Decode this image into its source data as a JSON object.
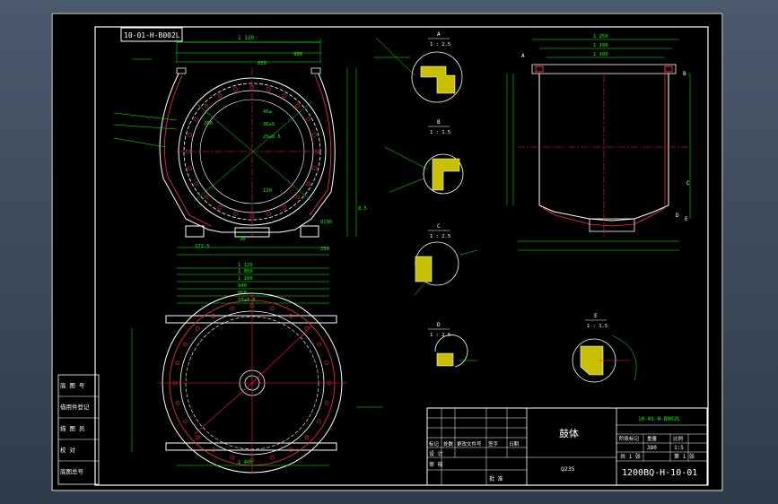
{
  "drawing": {
    "code_box": "10-01-H-B002L",
    "drawing_number": "1200BQ-H-10-01",
    "part_name": "鼓体",
    "scale_note": "1:5",
    "colors": {
      "background": "#000000",
      "frame": "#ffffff",
      "dimension": "#00ff00",
      "centerline": "#ff2020",
      "hidden": "#ff3030",
      "section_hatch": "#ffff00",
      "leader": "#ffffff"
    }
  },
  "views": {
    "front": {
      "top_dim": "1 120",
      "dims": [
        "900",
        "630",
        "200",
        "45±",
        "36±5",
        "25±0.5",
        "120",
        "30",
        "Q195",
        "172.5",
        "250",
        "8.5"
      ]
    },
    "top": {
      "dims": [
        "1 120",
        "1 050",
        "1 100",
        "940",
        "860",
        "10±0.5",
        "1 400"
      ]
    },
    "side": {
      "top_dims": [
        "1 250",
        "1 190",
        "1 100"
      ],
      "labels": [
        "A",
        "B",
        "C",
        "D",
        "E"
      ]
    },
    "sections": [
      {
        "id": "A",
        "scale": "1 : 2.5"
      },
      {
        "id": "B",
        "scale": "1 : 1.5"
      },
      {
        "id": "C",
        "scale": "1 : 2.5"
      },
      {
        "id": "D",
        "scale": "1 : 2.5"
      },
      {
        "id": "E",
        "scale": "1 : 1.5"
      }
    ]
  },
  "left_strip": [
    "底 图 号",
    "借用件登记",
    "描 图 员",
    "校  对",
    "底图总号"
  ],
  "title_block": {
    "part_name": "鼓体",
    "material": "Q235",
    "drawing_number": "1200BQ-H-10-01",
    "weight": "380",
    "scale": "1:5",
    "sheet": "共 1 张",
    "sheet_no": "第 1 张",
    "row_labels": [
      "标记",
      "处数",
      "更改文件号",
      "签字",
      "日期"
    ],
    "design": "设 计",
    "review": "审 核",
    "approve": "批 准",
    "stage": "阶段标记",
    "mass": "重量",
    "ratio": "比例"
  }
}
